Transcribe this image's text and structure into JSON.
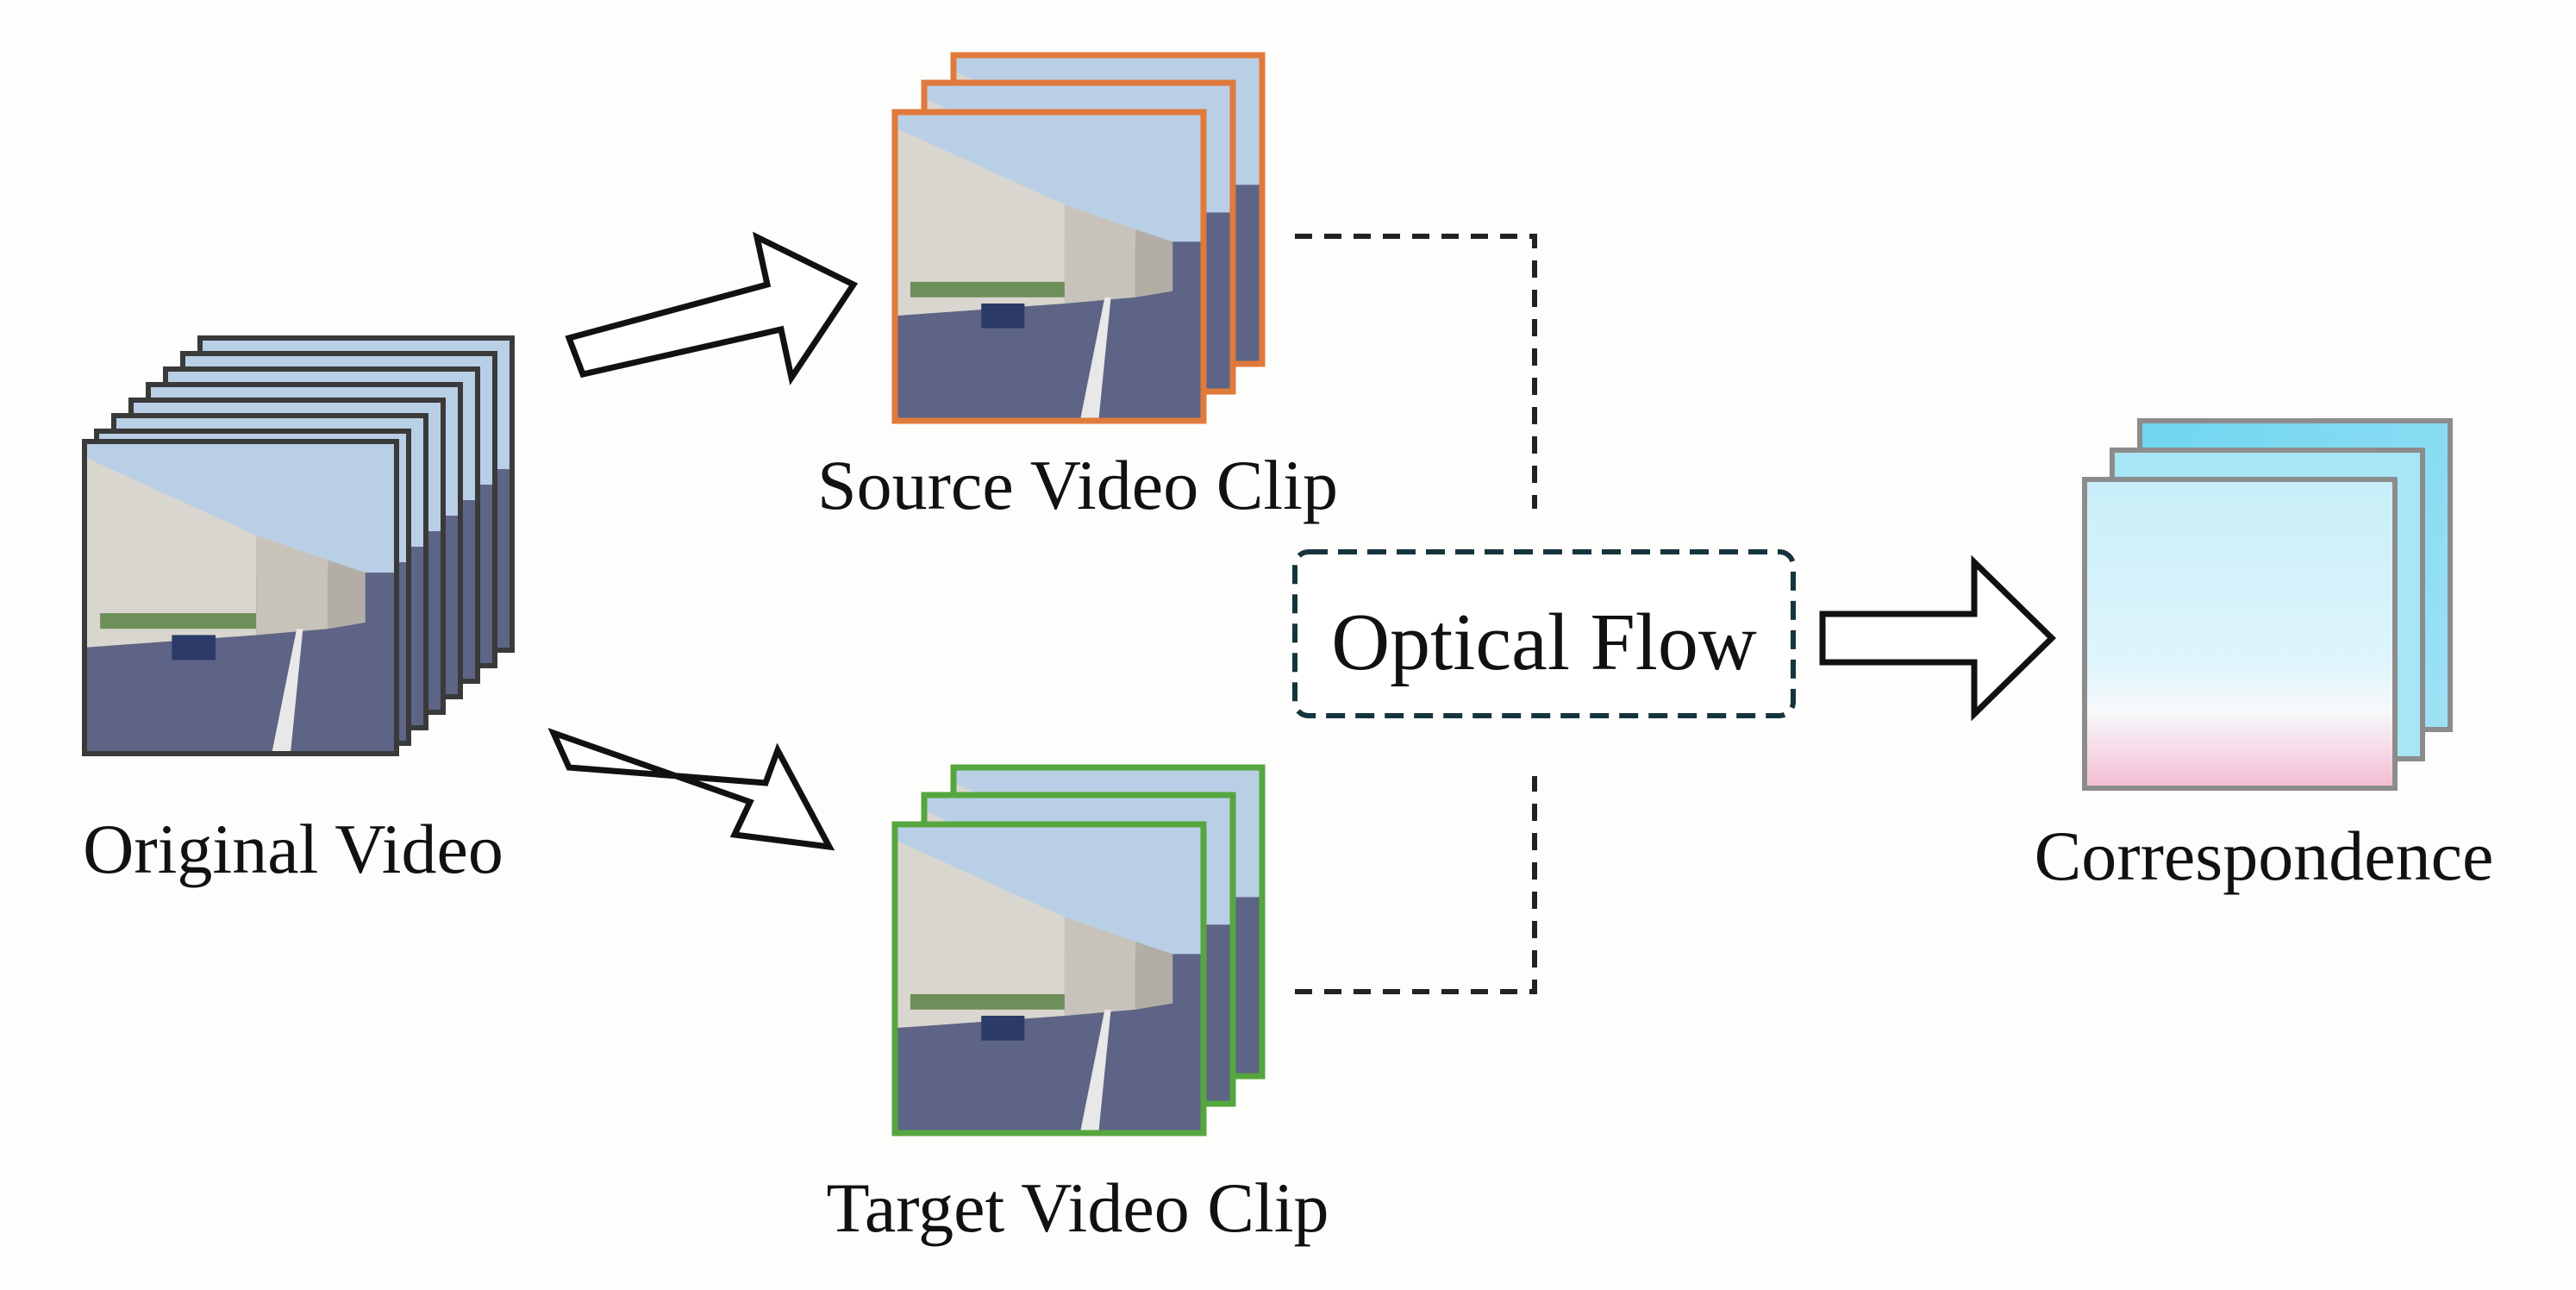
{
  "labels": {
    "original": "Original Video",
    "source": "Source Video Clip",
    "target": "Target Video Clip",
    "optical_flow": "Optical Flow",
    "correspondence": "Correspondence"
  },
  "colors": {
    "background": "#fdfdfb",
    "original_frame_border": "#3a3a3a",
    "source_frame_border": "#e07a3c",
    "target_frame_border": "#56a63f",
    "flow_frame_border": "#8c8c8c",
    "optical_flow_box_border": "#16343d",
    "arrow_stroke": "#111111",
    "dashed_line": "#222222"
  },
  "icons": {
    "frame_content": "street-scene-photo",
    "flow_content": "optical-flow-visualization",
    "arrows": "block-arrow-outline"
  },
  "counts": {
    "original_frames": 8,
    "source_frames": 3,
    "target_frames": 3,
    "flow_frames": 3
  }
}
